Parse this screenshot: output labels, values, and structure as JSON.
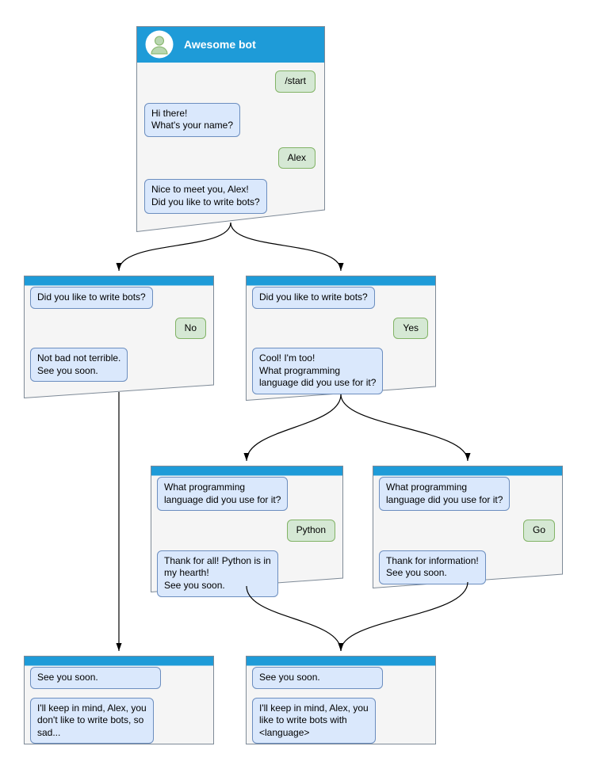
{
  "colors": {
    "header_blue": "#1e9bd8",
    "window_bg": "#f5f5f5",
    "window_border": "#7e8a97",
    "bot_bubble_bg": "#dae8fc",
    "bot_bubble_border": "#6c8ebf",
    "user_bubble_bg": "#d5e8d4",
    "user_bubble_border": "#82b366"
  },
  "windows": {
    "main": {
      "title": "Awesome bot",
      "avatar_icon": "person-icon",
      "messages": [
        {
          "from": "user",
          "text": "/start"
        },
        {
          "from": "bot",
          "text": "Hi there!\nWhat's your name?"
        },
        {
          "from": "user",
          "text": "Alex"
        },
        {
          "from": "bot",
          "text": "Nice to meet you, Alex!\nDid you like to write bots?"
        }
      ]
    },
    "branch_no": {
      "messages": [
        {
          "from": "bot",
          "text": "Did you like to write bots?"
        },
        {
          "from": "user",
          "text": "No"
        },
        {
          "from": "bot",
          "text": "Not bad not terrible.\nSee you soon."
        }
      ]
    },
    "branch_yes": {
      "messages": [
        {
          "from": "bot",
          "text": "Did you like to write bots?"
        },
        {
          "from": "user",
          "text": "Yes"
        },
        {
          "from": "bot",
          "text": "Cool! I'm too!\nWhat programming\nlanguage did you use for it?"
        }
      ]
    },
    "branch_python": {
      "messages": [
        {
          "from": "bot",
          "text": "What programming\nlanguage did you use for it?"
        },
        {
          "from": "user",
          "text": "Python"
        },
        {
          "from": "bot",
          "text": "Thank for all! Python is in\nmy hearth!\nSee you soon."
        }
      ]
    },
    "branch_go": {
      "messages": [
        {
          "from": "bot",
          "text": "What programming\nlanguage did you use for it?"
        },
        {
          "from": "user",
          "text": "Go"
        },
        {
          "from": "bot",
          "text": "Thank for information!\nSee you soon."
        }
      ]
    },
    "end_no": {
      "messages": [
        {
          "from": "bot",
          "text": "See you soon."
        },
        {
          "from": "bot",
          "text": "I'll keep in mind, Alex, you\ndon't like to write bots, so\nsad..."
        }
      ]
    },
    "end_yes": {
      "messages": [
        {
          "from": "bot",
          "text": "See you soon."
        },
        {
          "from": "bot",
          "text": "I'll keep in mind, Alex, you\nlike to write bots with\n<language>"
        }
      ]
    }
  }
}
